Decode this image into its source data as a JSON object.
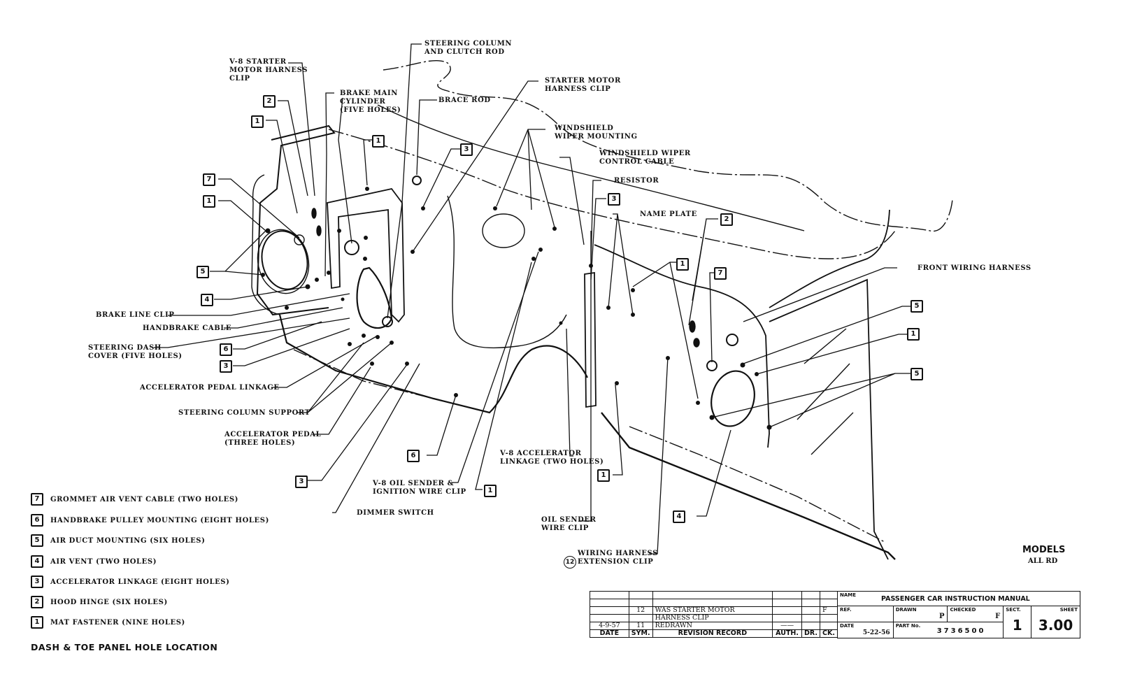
{
  "drawing": {
    "title": "DASH & TOE PANEL HOLE LOCATION",
    "models_heading": "MODELS",
    "models_value": "ALL RD"
  },
  "callouts": {
    "v8_starter_clip": "V-8 STARTER\nMOTOR HARNESS\nCLIP",
    "brake_main_cylinder": "BRAKE MAIN\nCYLINDER\n(FIVE HOLES)",
    "steering_column_clutch": "STEERING COLUMN\nAND CLUTCH ROD",
    "brace_rod": "BRACE ROD",
    "starter_motor_clip": "STARTER MOTOR\nHARNESS CLIP",
    "wiper_mounting": "WINDSHIELD\nWIPER MOUNTING",
    "wiper_cable": "WINDSHIELD WIPER\nCONTROL CABLE",
    "resistor": "RESISTOR",
    "name_plate": "NAME PLATE",
    "front_wiring_harness": "FRONT WIRING HARNESS",
    "brake_line_clip": "BRAKE LINE CLIP",
    "handbrake_cable": "HANDBRAKE CABLE",
    "steering_dash_cover": "STEERING DASH\nCOVER (FIVE HOLES)",
    "accel_pedal_linkage": "ACCELERATOR PEDAL LINKAGE",
    "steering_column_support": "STEERING COLUMN SUPPORT",
    "accel_pedal": "ACCELERATOR PEDAL\n(THREE HOLES)",
    "v8_oil_sender": "V-8 OIL SENDER &\nIGNITION WIRE CLIP",
    "dimmer_switch": "DIMMER SWITCH",
    "v8_accel_linkage": "V-8 ACCELERATOR\nLINKAGE (TWO HOLES)",
    "oil_sender_clip": "OIL SENDER\nWIRE CLIP",
    "wiring_harness_ext": "WIRING HARNESS\nEXTENSION CLIP",
    "wiring_harness_ext_num": "12"
  },
  "markers": [
    {
      "id": "m1",
      "num": "2"
    },
    {
      "id": "m2",
      "num": "1"
    },
    {
      "id": "m3",
      "num": "1"
    },
    {
      "id": "m4",
      "num": "3"
    },
    {
      "id": "m5",
      "num": "7"
    },
    {
      "id": "m6",
      "num": "1"
    },
    {
      "id": "m7",
      "num": "5"
    },
    {
      "id": "m8",
      "num": "4"
    },
    {
      "id": "m9",
      "num": "6"
    },
    {
      "id": "m10",
      "num": "3"
    },
    {
      "id": "m11",
      "num": "3"
    },
    {
      "id": "m12",
      "num": "2"
    },
    {
      "id": "m13",
      "num": "1"
    },
    {
      "id": "m14",
      "num": "7"
    },
    {
      "id": "m15",
      "num": "5"
    },
    {
      "id": "m16",
      "num": "1"
    },
    {
      "id": "m17",
      "num": "5"
    },
    {
      "id": "m18",
      "num": "6"
    },
    {
      "id": "m19",
      "num": "3"
    },
    {
      "id": "m20",
      "num": "1"
    },
    {
      "id": "m21",
      "num": "1"
    },
    {
      "id": "m22",
      "num": "4"
    }
  ],
  "legend": [
    {
      "num": "7",
      "text": "GROMMET AIR VENT CABLE (TWO HOLES)"
    },
    {
      "num": "6",
      "text": "HANDBRAKE PULLEY MOUNTING (EIGHT HOLES)"
    },
    {
      "num": "5",
      "text": "AIR DUCT MOUNTING (SIX HOLES)"
    },
    {
      "num": "4",
      "text": "AIR VENT (TWO HOLES)"
    },
    {
      "num": "3",
      "text": "ACCELERATOR LINKAGE (EIGHT HOLES)"
    },
    {
      "num": "2",
      "text": "HOOD HINGE (SIX HOLES)"
    },
    {
      "num": "1",
      "text": "MAT FASTENER (NINE HOLES)"
    }
  ],
  "title_block": {
    "revisions": [
      {
        "date": "",
        "sym": "",
        "record": "",
        "auth": "",
        "dr": "",
        "ck": ""
      },
      {
        "date": "",
        "sym": "12",
        "record": "WAS STARTER MOTOR",
        "auth": "",
        "dr": "",
        "ck": "F"
      },
      {
        "date": "",
        "sym": "",
        "record": "HARNESS CLIP",
        "auth": "",
        "dr": "",
        "ck": ""
      },
      {
        "date": "4-9-57",
        "sym": "11",
        "record": "REDRAWN",
        "auth": "——",
        "dr": "",
        "ck": ""
      }
    ],
    "rev_headers": {
      "date": "DATE",
      "sym": "SYM.",
      "record": "REVISION RECORD",
      "auth": "AUTH.",
      "dr": "DR.",
      "ck": "CK."
    },
    "name_label": "NAME",
    "name_value": "PASSENGER CAR INSTRUCTION MANUAL",
    "ref_label": "REF.",
    "drawn_label": "DRAWN",
    "drawn_value": "P",
    "checked_label": "CHECKED",
    "checked_value": "F",
    "sect_label": "SECT.",
    "sect_value": "1",
    "sheet_label": "SHEET",
    "sheet_value": "3.00",
    "date_label": "DATE",
    "date_value": "5-22-56",
    "part_label": "PART No.",
    "part_value": "3736500"
  }
}
